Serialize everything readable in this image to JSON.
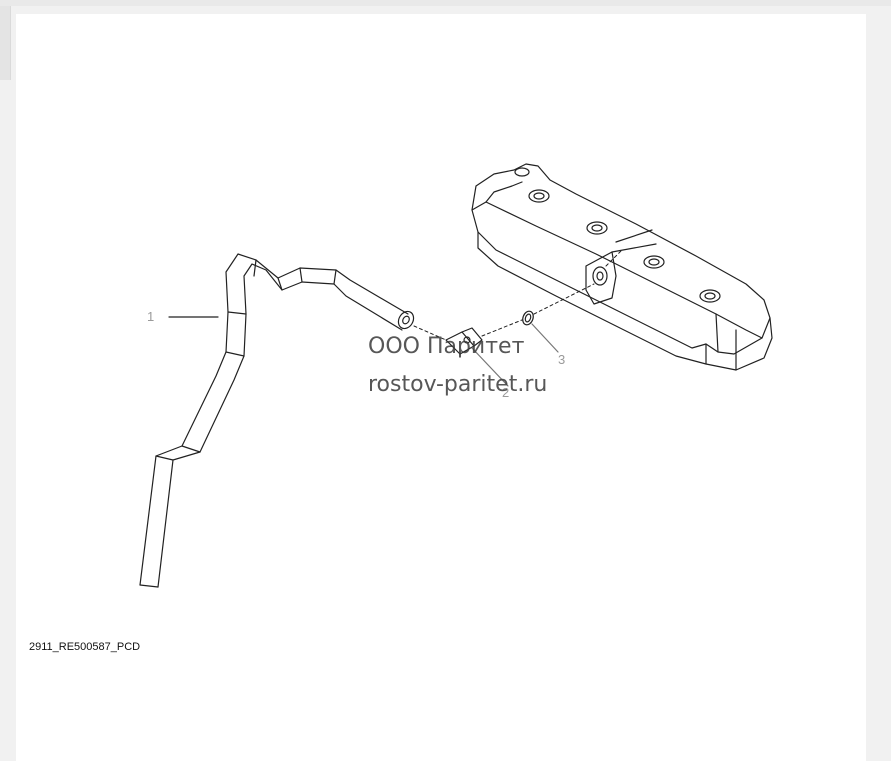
{
  "diagram": {
    "callouts": [
      {
        "id": "1",
        "label": "1"
      },
      {
        "id": "2",
        "label": "2"
      },
      {
        "id": "3",
        "label": "3"
      }
    ],
    "watermark": {
      "line1": "ООО Паритет",
      "line2": "rostov-paritet.ru"
    },
    "drawing_code": "2911_RE500587_PCD"
  }
}
